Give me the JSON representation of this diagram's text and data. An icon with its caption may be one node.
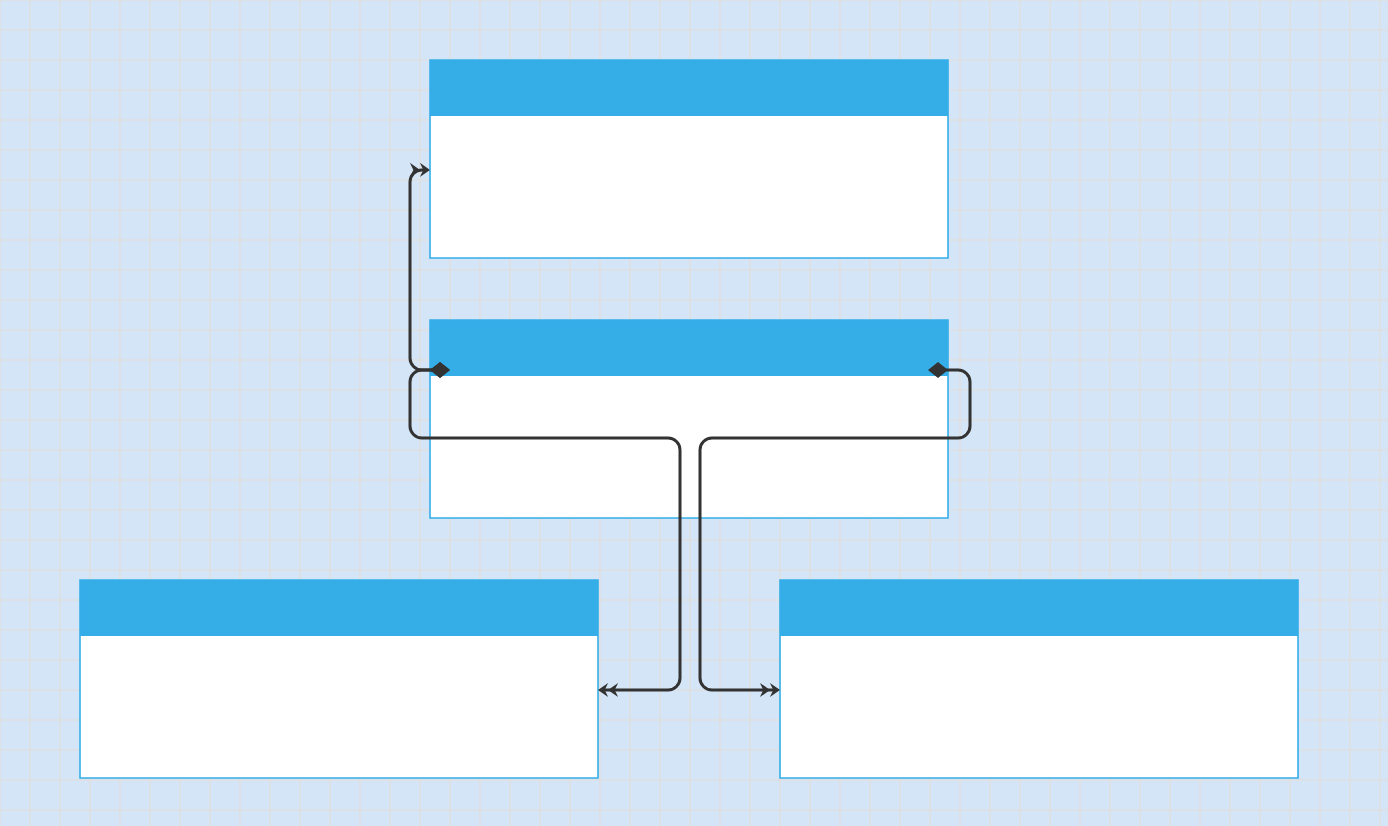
{
  "diagram": {
    "nodes": [
      {
        "text": [],
        "shape": "box"
      },
      {
        "text": [],
        "shape": "box"
      },
      {
        "text": [],
        "shape": "box"
      },
      {
        "text": [],
        "shape": "box"
      }
    ],
    "edges": [
      {
        "from": 1,
        "to": 0,
        "arrow": "to"
      },
      {
        "from": 1,
        "to": 2,
        "arrow": "to"
      },
      {
        "from": 1,
        "to": 3,
        "arrow": "to"
      }
    ]
  }
}
